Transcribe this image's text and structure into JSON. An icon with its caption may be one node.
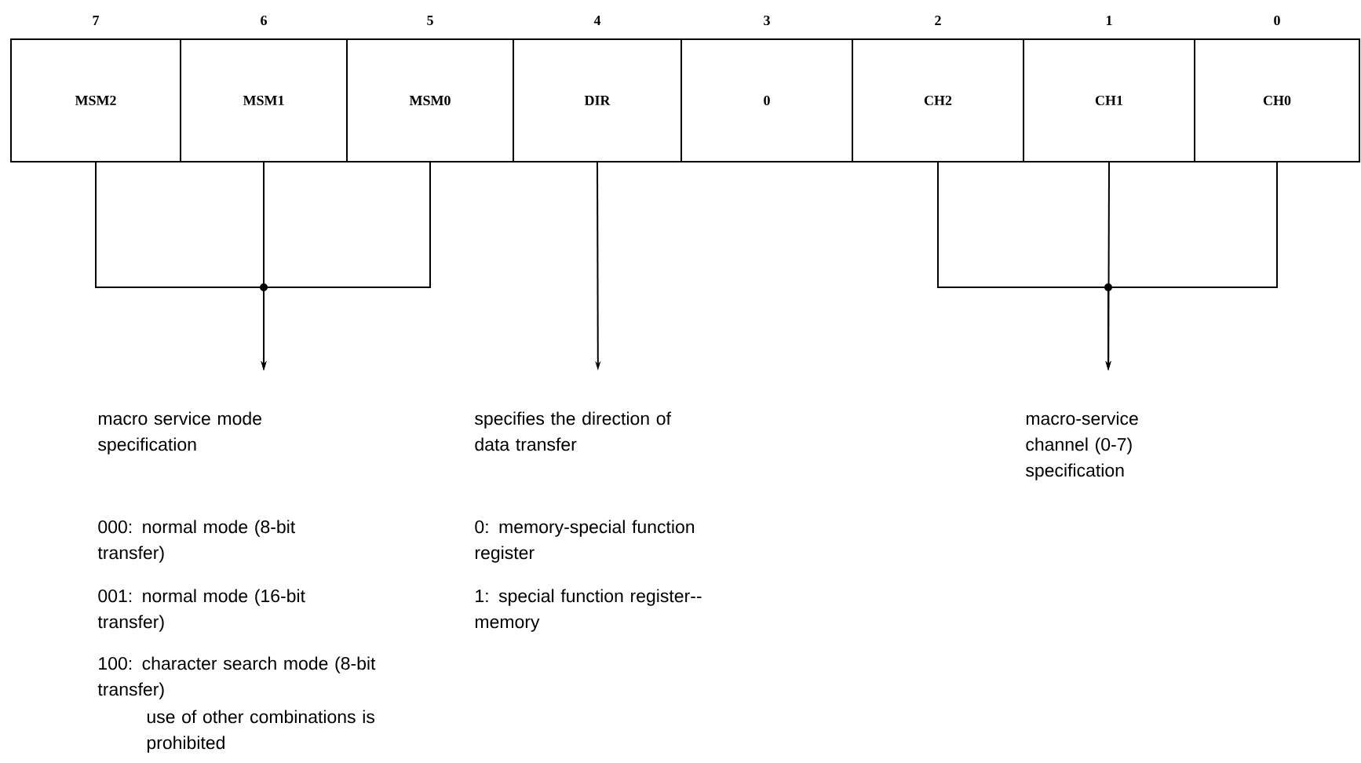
{
  "diagram": {
    "nodes": [
      {
        "text": [
          "MSM2"
        ],
        "beside": [
          "7"
        ]
      },
      {
        "text": [
          "MSM1"
        ],
        "beside": [
          "6"
        ]
      },
      {
        "text": [
          "MSM0"
        ],
        "beside": [
          "5"
        ]
      },
      {
        "text": [
          "DIR"
        ],
        "beside": [
          "4"
        ]
      },
      {
        "text": [
          "0"
        ],
        "beside": [
          "3"
        ]
      },
      {
        "text": [
          "CH2"
        ],
        "beside": [
          "2"
        ]
      },
      {
        "text": [
          "CH1"
        ],
        "beside": [
          "1"
        ]
      },
      {
        "text": [
          "CH0"
        ],
        "beside": [
          "0"
        ]
      },
      {
        "text": [
          "macro service mode specification"
        ]
      },
      {
        "text": [
          "specifies the direction of data transfer"
        ]
      },
      {
        "text": [
          "macro-service channel (0-7) specification"
        ]
      }
    ],
    "edges": [
      {
        "from": 0,
        "to": 8,
        "arrow": "to"
      },
      {
        "from": 1,
        "to": 8,
        "arrow": "to"
      },
      {
        "from": 2,
        "to": 8,
        "arrow": "to"
      },
      {
        "from": 3,
        "to": 9,
        "arrow": "to"
      },
      {
        "from": 5,
        "to": 10,
        "arrow": "to"
      },
      {
        "from": 6,
        "to": 10,
        "arrow": "to"
      },
      {
        "from": 7,
        "to": 10,
        "arrow": "to"
      }
    ],
    "labels": [
      "000: normal mode (8-bit transfer)",
      "0: memory-special function register",
      "001: normal mode (16-bit transfer)",
      "1: special function register--memory",
      "100: character search mode (8-bit transfer)",
      "use of other combinations is prohibited"
    ]
  }
}
